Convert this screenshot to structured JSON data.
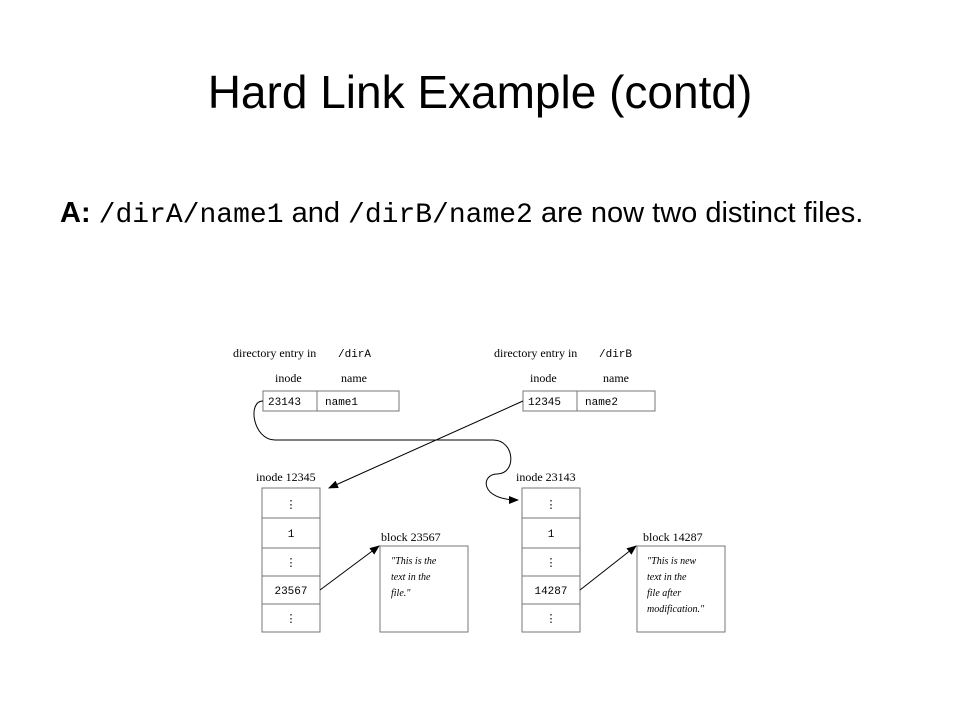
{
  "slide": {
    "title": "Hard Link Example (contd)",
    "answer_prefix": "A:",
    "path_a": "/dirA/name1",
    "connector_and": "and",
    "path_b": "/dirB/name2",
    "statement_end": "are now two distinct files."
  },
  "figure": {
    "dir_a": {
      "caption": "directory entry in",
      "dir": "/dirA",
      "col_inode": "inode",
      "col_name": "name",
      "inode_value": "23143",
      "name_value": "name1"
    },
    "dir_b": {
      "caption": "directory entry in",
      "dir": "/dirB",
      "col_inode": "inode",
      "col_name": "name",
      "inode_value": "12345",
      "name_value": "name2"
    },
    "inode_left": {
      "label": "inode 12345",
      "link_count": "1",
      "block_ref": "23567",
      "ellipsis": "⋮"
    },
    "inode_right": {
      "label": "inode 23143",
      "link_count": "1",
      "block_ref": "14287",
      "ellipsis": "⋮"
    },
    "block_left": {
      "label": "block 23567",
      "lines": [
        "\"This is the",
        "text in the",
        "file.\""
      ]
    },
    "block_right": {
      "label": "block 14287",
      "lines": [
        "\"This is new",
        "text in the",
        "file after",
        "modification.\""
      ]
    }
  }
}
